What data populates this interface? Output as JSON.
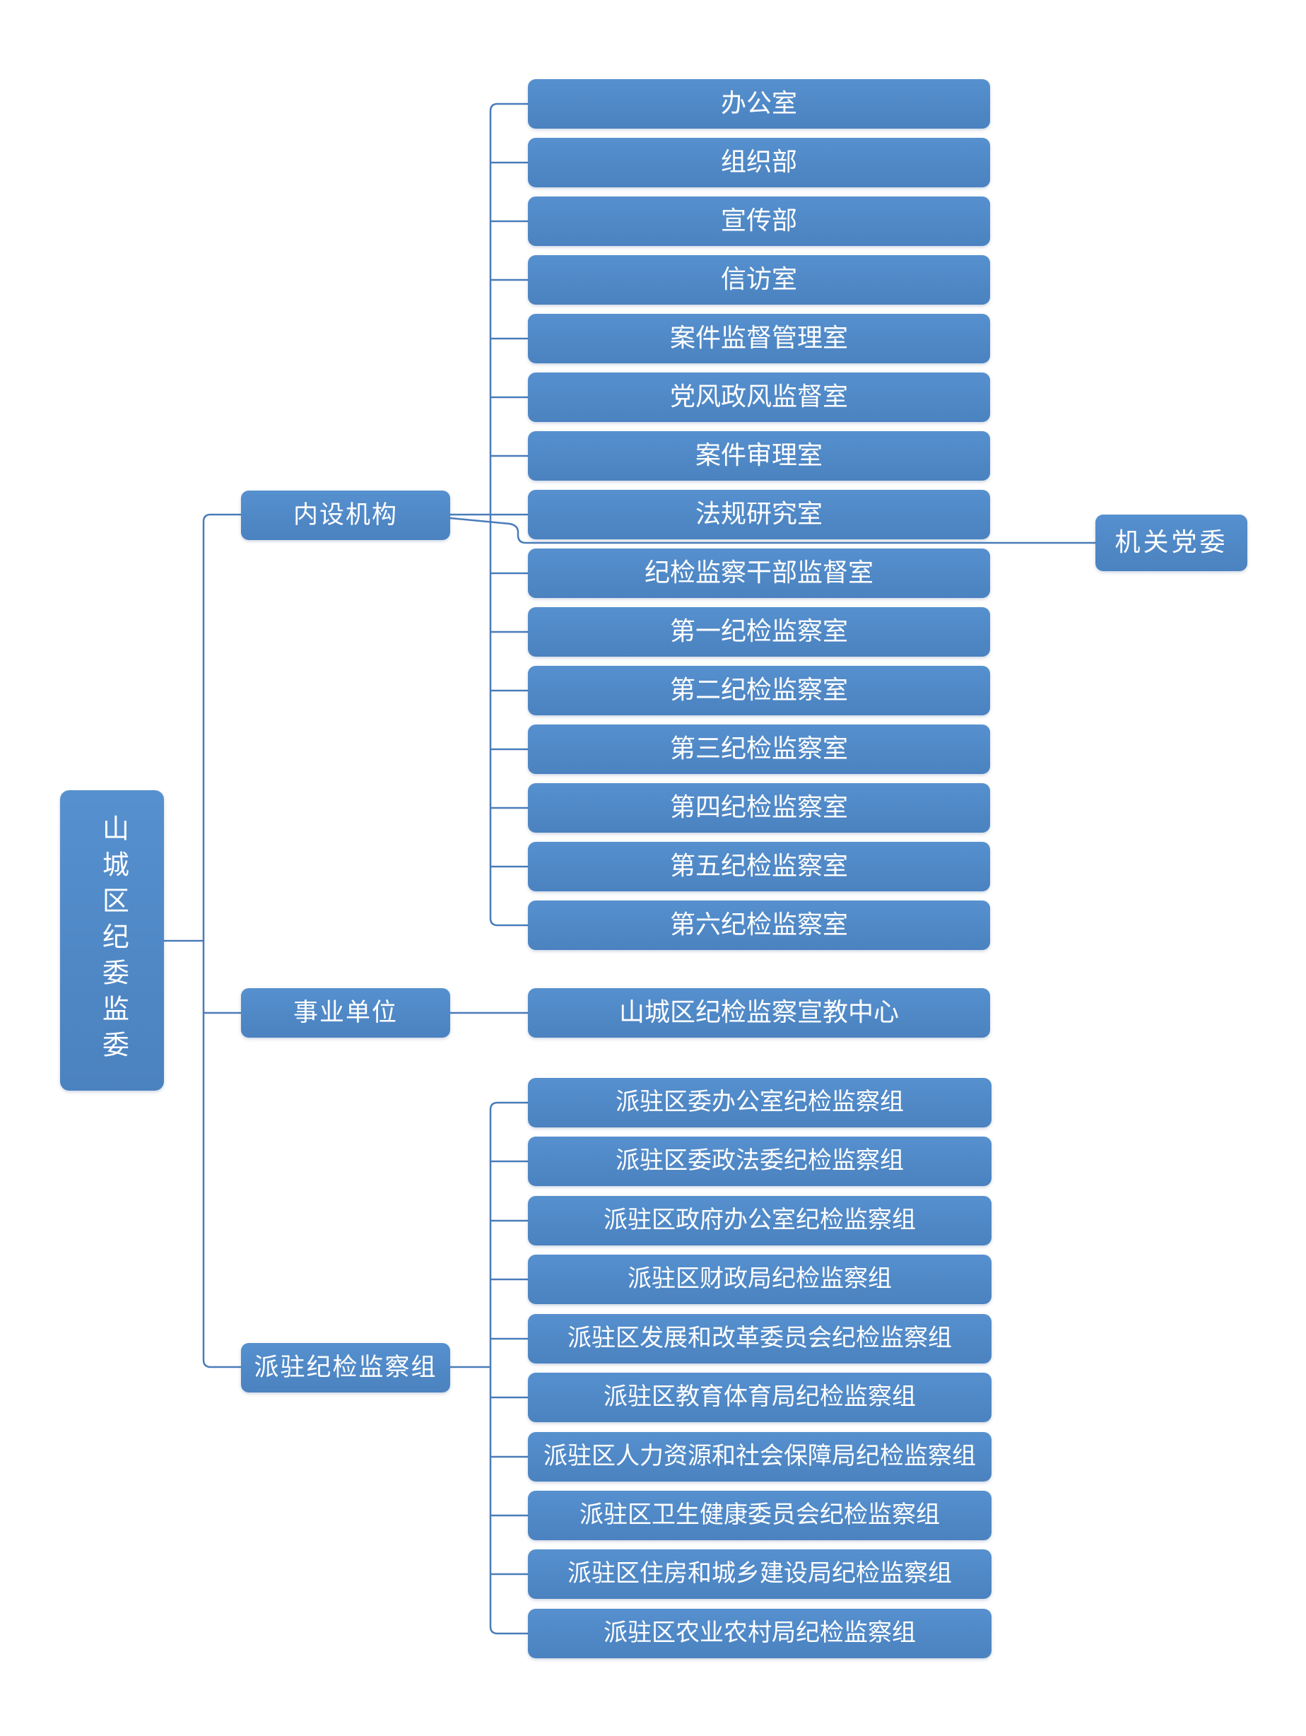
{
  "root": {
    "label": "山城区纪委监委"
  },
  "branches": [
    {
      "label": "内设机构",
      "children": [
        "办公室",
        "组织部",
        "宣传部",
        "信访室",
        "案件监督管理室",
        "党风政风监督室",
        "案件审理室",
        "法规研究室",
        "纪检监察干部监督室",
        "第一纪检监察室",
        "第二纪检监察室",
        "第三纪检监察室",
        "第四纪检监察室",
        "第五纪检监察室",
        "第六纪检监察室"
      ],
      "side_child": "机关党委"
    },
    {
      "label": "事业单位",
      "children": [
        "山城区纪检监察宣教中心"
      ]
    },
    {
      "label": "派驻纪检监察组",
      "children": [
        "派驻区委办公室纪检监察组",
        "派驻区委政法委纪检监察组",
        "派驻区政府办公室纪检监察组",
        "派驻区财政局纪检监察组",
        "派驻区发展和改革委员会纪检监察组",
        "派驻区教育体育局纪检监察组",
        "派驻区人力资源和社会保障局纪检监察组",
        "派驻区卫生健康委员会纪检监察组",
        "派驻区住房和城乡建设局纪检监察组",
        "派驻区农业农村局纪检监察组"
      ]
    }
  ],
  "colors": {
    "node_fill": "#4e86c5",
    "node_fill_top": "#5690ce",
    "connector": "#4a7cb9",
    "text": "#ffffff"
  }
}
